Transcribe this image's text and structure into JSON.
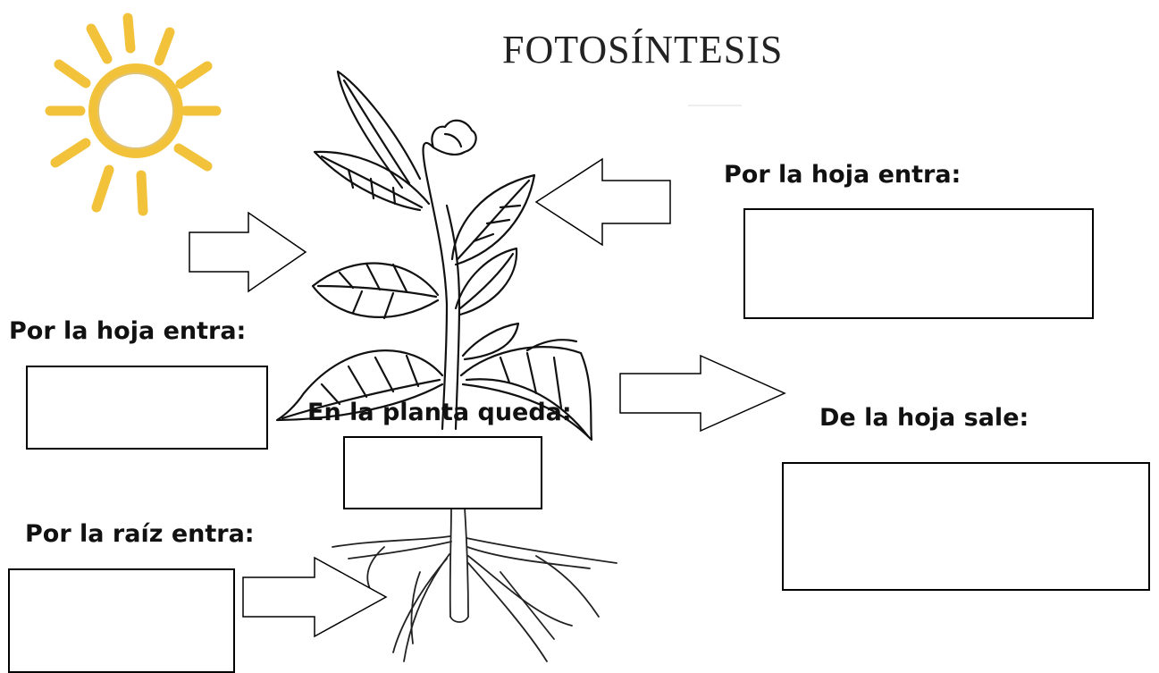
{
  "title": "FOTOSÍNTESIS",
  "labels": {
    "leaf_in_right": "Por la hoja entra:",
    "leaf_in_left": "Por la hoja entra:",
    "plant_keeps": "En la planta queda:",
    "leaf_out": "De la hoja sale:",
    "root_in": "Por la raíz entra:"
  },
  "answers": {
    "leaf_in_right": "",
    "leaf_in_left": "",
    "plant_keeps": "",
    "leaf_out": "",
    "root_in": ""
  },
  "colors": {
    "sun": "#f2c23a",
    "sun_outline": "#c99a16",
    "ink": "#000000"
  }
}
